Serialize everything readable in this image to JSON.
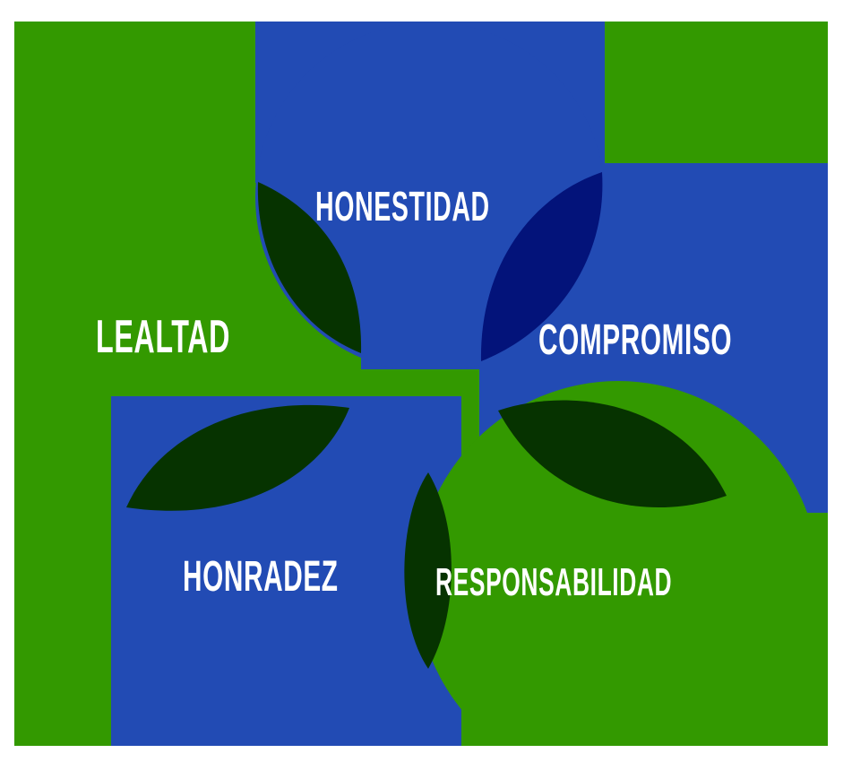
{
  "diagram": {
    "title": "",
    "values": [
      {
        "id": "honestidad",
        "label": "HONESTIDAD",
        "fill": "#224BB4"
      },
      {
        "id": "lealtad",
        "label": "LEALTAD",
        "fill": "#339900"
      },
      {
        "id": "compromiso",
        "label": "COMPROMISO",
        "fill": "#224BB4"
      },
      {
        "id": "honradez",
        "label": "HONRADEZ",
        "fill": "#224BB4"
      },
      {
        "id": "responsabilidad",
        "label": "RESPONSABILIDAD",
        "fill": "#339900"
      }
    ],
    "colors": {
      "background": "#FFFFFF",
      "green": "#339900",
      "blue": "#224BB4",
      "dark_green_overlap": "#063300",
      "dark_blue_overlap": "#03137A",
      "text": "#FFFFFF"
    }
  }
}
